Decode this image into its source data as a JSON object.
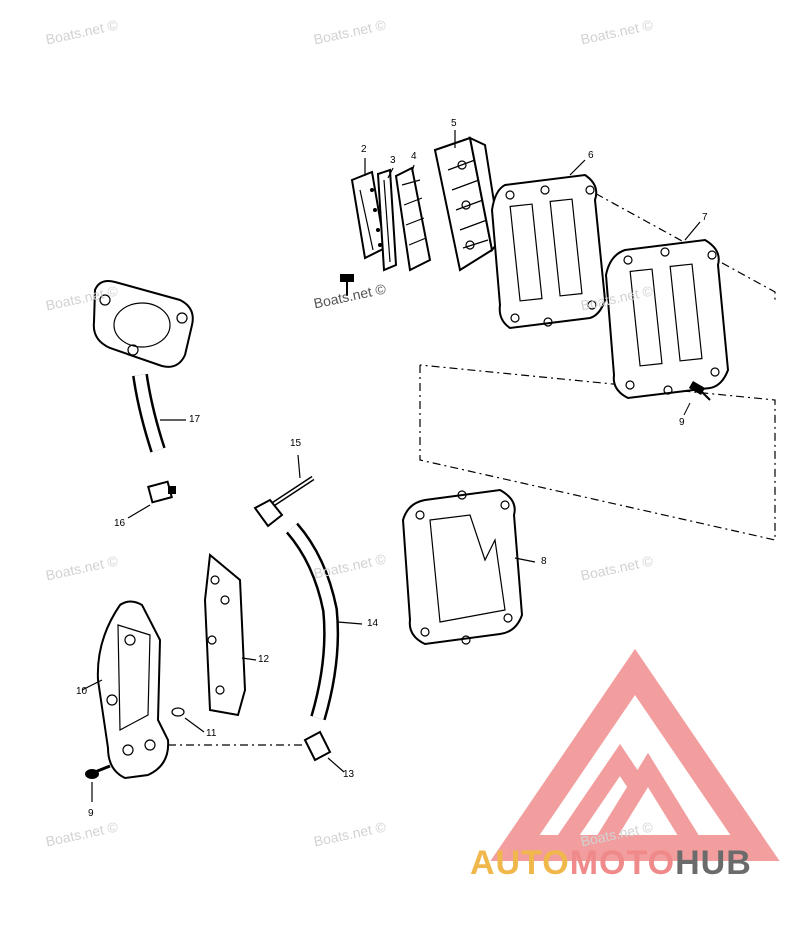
{
  "watermark": "Boats.net ©",
  "callouts": {
    "n2": "2",
    "n3": "3",
    "n4": "4",
    "n5": "5",
    "n6": "6",
    "n7": "7",
    "n8": "8",
    "n9a": "9",
    "n9b": "9",
    "n10": "10",
    "n11": "11",
    "n12": "12",
    "n13": "13",
    "n14": "14",
    "n15": "15",
    "n16": "16",
    "n17": "17"
  },
  "brand": {
    "part1": "AUTO",
    "part2": "MOTO",
    "part3": "HUB",
    "color1": "#f0b84a",
    "color2": "#f08a8a",
    "color3": "#6b6b6b",
    "logo_color": "#f28e8e"
  }
}
